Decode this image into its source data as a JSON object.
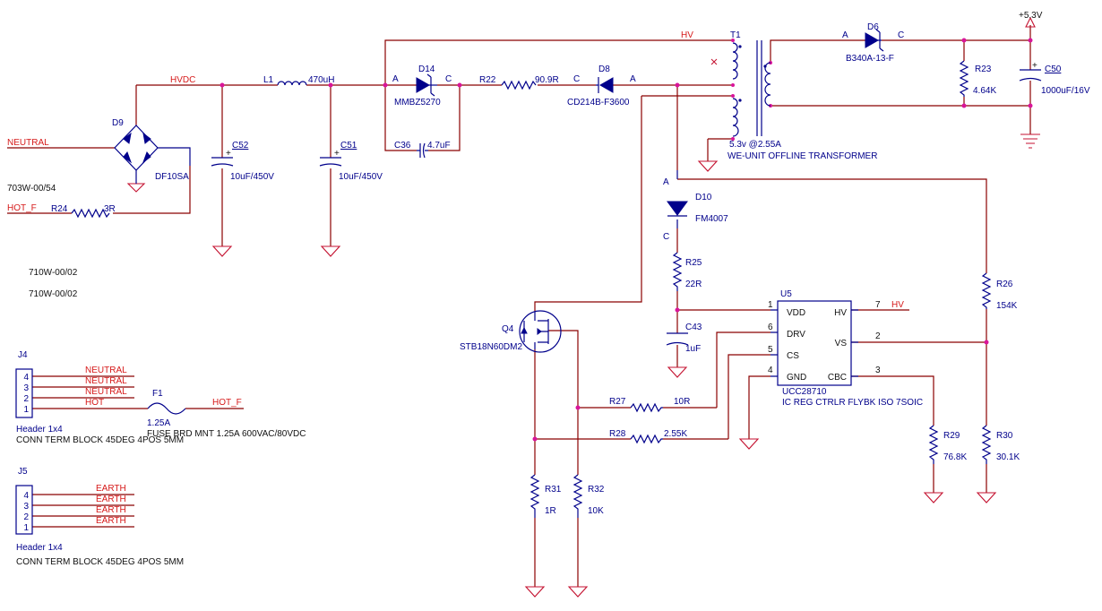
{
  "nets": {
    "hvdc": "HVDC",
    "hv_top": "HV",
    "hv_u5": "HV",
    "neutral_in": "NEUTRAL",
    "hot_f_in": "HOT_F",
    "hot_f_fuse": "HOT_F",
    "plus5v3": "+5.3V",
    "j4": [
      "NEUTRAL",
      "NEUTRAL",
      "NEUTRAL",
      "HOT"
    ],
    "j5": [
      "EARTH",
      "EARTH",
      "EARTH",
      "EARTH"
    ]
  },
  "parts": {
    "d9": {
      "ref": "D9",
      "value": "DF10SA"
    },
    "r24": {
      "ref": "R24",
      "value": "3R"
    },
    "c52": {
      "ref": "C52",
      "value": "10uF/450V"
    },
    "l1": {
      "ref": "L1",
      "value": "470uH"
    },
    "c51": {
      "ref": "C51",
      "value": "10uF/450V"
    },
    "d14": {
      "ref": "D14",
      "value": "MMBZ5270",
      "pin_a": "A",
      "pin_c": "C"
    },
    "c36": {
      "ref": "C36",
      "value": "4.7uF"
    },
    "r22": {
      "ref": "R22",
      "value": "90.9R"
    },
    "d8": {
      "ref": "D8",
      "value": "CD214B-F3600",
      "pin_c": "C",
      "pin_a": "A"
    },
    "t1": {
      "ref": "T1",
      "value": "WE-UNIT OFFLINE TRANSFORMER",
      "note": "5.3v @2.55A"
    },
    "d6": {
      "ref": "D6",
      "value": "B340A-13-F",
      "pin_a": "A",
      "pin_c": "C"
    },
    "r23": {
      "ref": "R23",
      "value": "4.64K"
    },
    "c50": {
      "ref": "C50",
      "value": "1000uF/16V"
    },
    "d10": {
      "ref": "D10",
      "value": "FM4007",
      "pin_a": "A",
      "pin_c": "C"
    },
    "r25": {
      "ref": "R25",
      "value": "22R"
    },
    "c43": {
      "ref": "C43",
      "value": "1uF"
    },
    "q4": {
      "ref": "Q4",
      "value": "STB18N60DM2"
    },
    "r26": {
      "ref": "R26",
      "value": "154K"
    },
    "r27": {
      "ref": "R27",
      "value": "10R"
    },
    "r28": {
      "ref": "R28",
      "value": "2.55K"
    },
    "r29": {
      "ref": "R29",
      "value": "76.8K"
    },
    "r30": {
      "ref": "R30",
      "value": "30.1K"
    },
    "r31": {
      "ref": "R31",
      "value": "1R"
    },
    "r32": {
      "ref": "R32",
      "value": "10K"
    },
    "f1": {
      "ref": "F1",
      "value": "1.25A",
      "desc": "FUSE BRD MNT 1.25A 600VAC/80VDC"
    },
    "u5": {
      "ref": "U5",
      "value": "UCC28710",
      "desc": "IC REG CTRLR FLYBK ISO 7SOIC",
      "pins": {
        "vdd": "VDD",
        "drv": "DRV",
        "cs": "CS",
        "gnd": "GND",
        "hv": "HV",
        "vs": "VS",
        "cbc": "CBC"
      },
      "pin_numbers": {
        "vdd": "1",
        "drv": "6",
        "cs": "5",
        "gnd": "4",
        "hv": "7",
        "vs": "2",
        "cbc": "3"
      }
    },
    "j4": {
      "ref": "J4",
      "value": "Header 1x4",
      "desc": "CONN TERM BLOCK 45DEG 4POS 5MM",
      "pins": [
        "4",
        "3",
        "2",
        "1"
      ]
    },
    "j5": {
      "ref": "J5",
      "value": "Header 1x4",
      "desc": "CONN TERM BLOCK 45DEG 4POS 5MM",
      "pins": [
        "4",
        "3",
        "2",
        "1"
      ]
    }
  },
  "notes": {
    "n1": "703W-00/54",
    "n2": "710W-00/02",
    "n3": "710W-00/02"
  },
  "colors": {
    "wire": "#8b0000",
    "component": "#00008b",
    "net_label": "#d61a1a",
    "junction": "#d9159a",
    "ground": "#c41230"
  }
}
